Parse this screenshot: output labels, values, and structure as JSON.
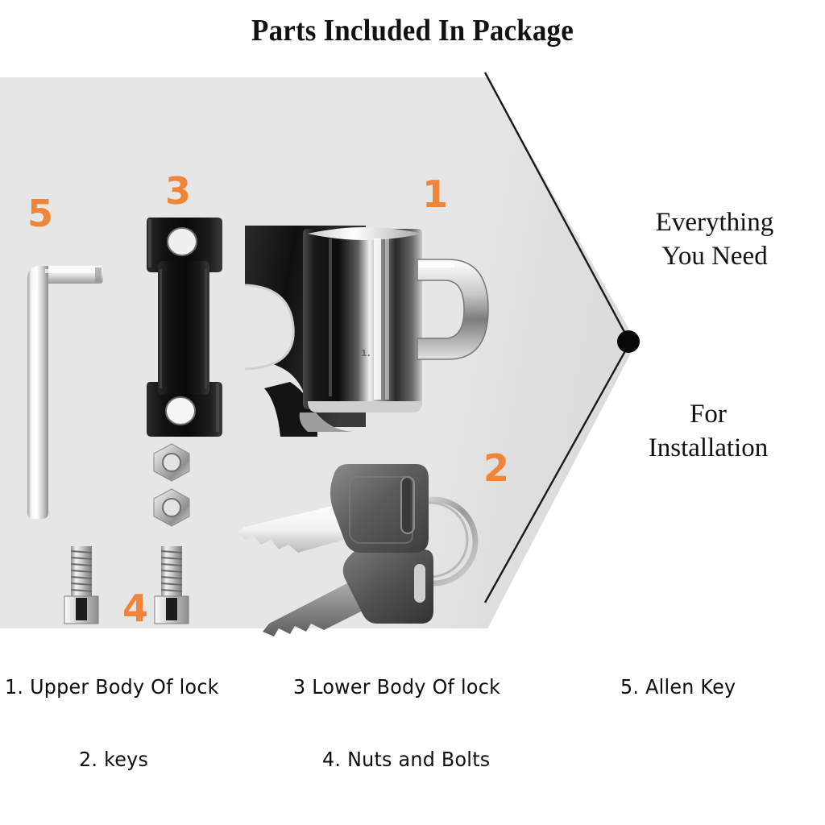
{
  "title": "Parts Included In Package",
  "panel": {
    "watermark": "1.",
    "numbers": [
      {
        "key": "n5",
        "label": "5"
      },
      {
        "key": "n3",
        "label": "3"
      },
      {
        "key": "n1",
        "label": "1"
      },
      {
        "key": "n2",
        "label": "2"
      },
      {
        "key": "n4",
        "label": "4"
      }
    ]
  },
  "side": {
    "line1": "Everything",
    "line2": "You Need",
    "line3": "For",
    "line4": "Installation"
  },
  "captions": {
    "item1": "1. Upper Body Of lock",
    "item3": "3 Lower Body Of lock",
    "item5": "5. Allen Key",
    "item2": "2. keys",
    "item4": "4. Nuts and Bolts"
  },
  "colors": {
    "accent_orange": "#f08438",
    "panel_gray": "#e6e6e6",
    "text_black": "#111111",
    "page_white": "#ffffff"
  },
  "parts": {
    "upper_body_of_lock": "1",
    "keys": "2",
    "lower_body_of_lock": "3",
    "nuts_and_bolts": "4",
    "allen_key": "5"
  }
}
